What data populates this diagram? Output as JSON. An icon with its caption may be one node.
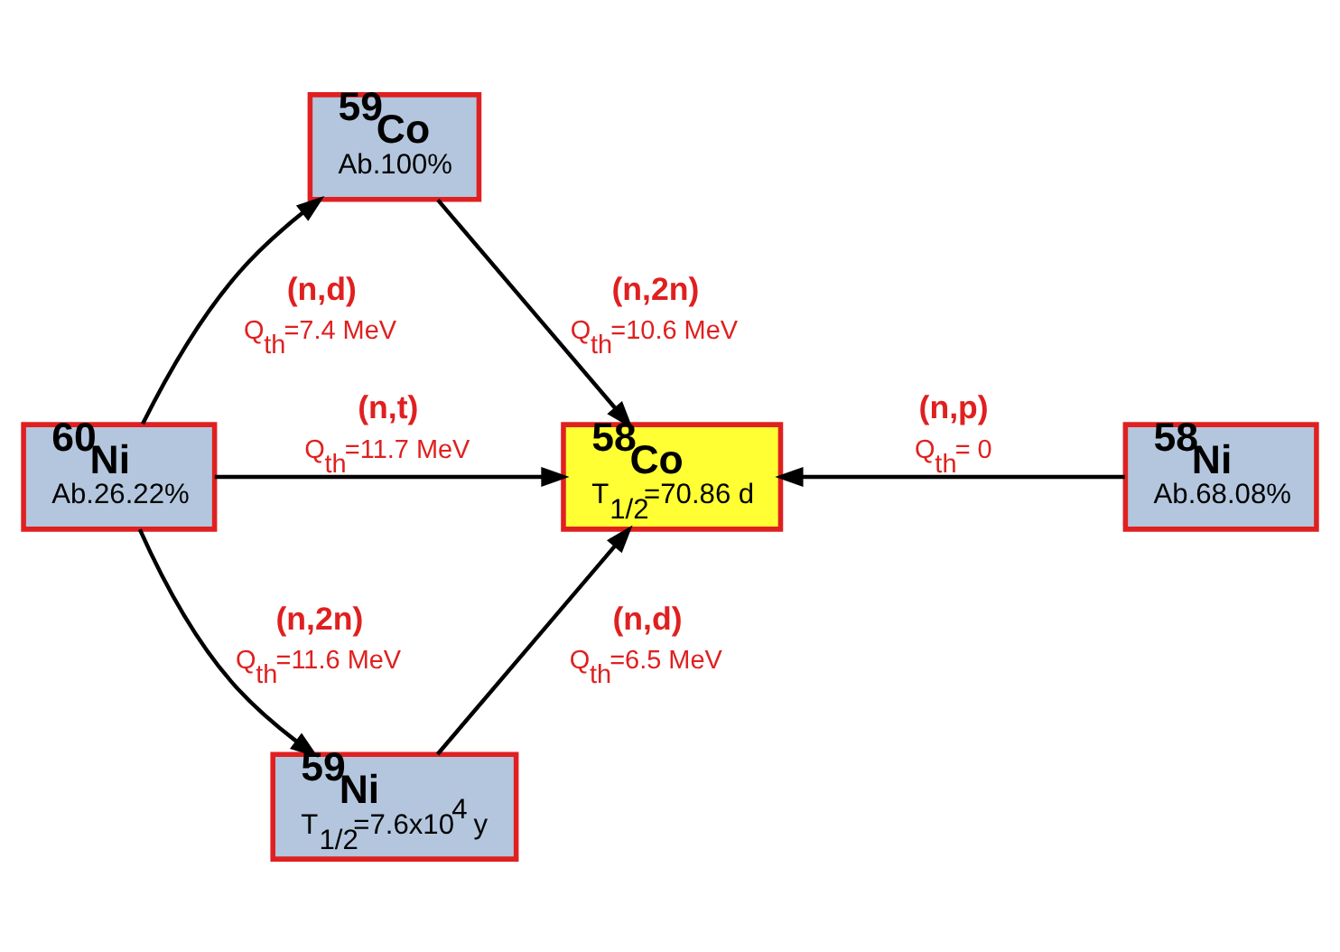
{
  "diagram": {
    "nodes": [
      {
        "text": [
          "$^{59}$Co",
          "Ab.100%"
        ]
      },
      {
        "text": [
          "$^{60}$Ni",
          "Ab.26.22%"
        ]
      },
      {
        "text": [
          "$^{58}$Co",
          "T$_{1/2}$=70.86 d"
        ]
      },
      {
        "text": [
          "$^{58}$Ni",
          "Ab.68.08%"
        ]
      },
      {
        "text": [
          "$^{59}$Ni",
          "T$_{1/2}$=7.6x10$^{4}$ y"
        ]
      }
    ],
    "edges": [
      {
        "from": 0,
        "to": 2,
        "arrow": "to",
        "label": "(n,2n) Q$_{th}$=10.6 MeV"
      },
      {
        "from": 1,
        "to": 0,
        "arrow": "to",
        "label": "(n,d) Q$_{th}$=7.4 MeV"
      },
      {
        "from": 1,
        "to": 2,
        "arrow": "to",
        "label": "(n,t) Q$_{th}$=11.7 MeV"
      },
      {
        "from": 3,
        "to": 2,
        "arrow": "to",
        "label": "(n,p) Q$_{th}$= 0"
      },
      {
        "from": 1,
        "to": 4,
        "arrow": "to",
        "label": "(n,2n) Q$_{th}$=11.6 MeV"
      },
      {
        "from": 4,
        "to": 2,
        "arrow": "to",
        "label": "(n,d) Q$_{th}$=6.5 MeV"
      }
    ]
  }
}
